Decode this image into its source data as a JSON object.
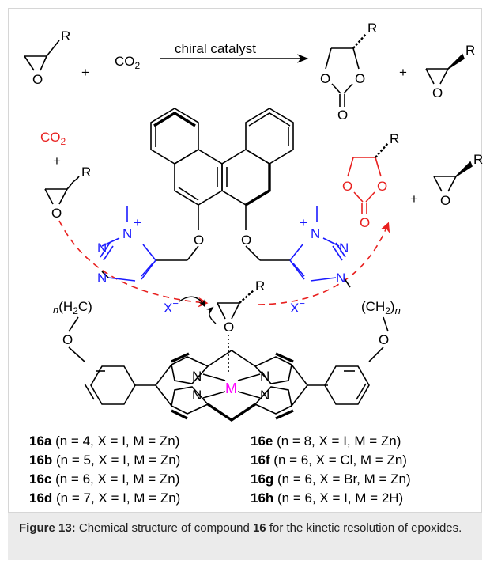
{
  "reaction": {
    "substrate_r": "R",
    "plus_1": "+",
    "co2": "CO2",
    "catalyst_label": "chiral catalyst",
    "product_r": "R",
    "plus_2": "+",
    "remaining_r": "R"
  },
  "cycle": {
    "co2_label": "CO2",
    "plus_left": "+",
    "epoxide_left_r": "R",
    "product_right_r": "R",
    "plus_right": "+",
    "epoxide_right_r": "R"
  },
  "catalyst": {
    "triazole_left": {
      "n1": "N",
      "n2": "N",
      "n3": "N",
      "plus": "+"
    },
    "triazole_right": {
      "n1": "N",
      "n2": "N",
      "n3": "N",
      "plus": "+"
    },
    "ether_o_left": "O",
    "ether_o_right": "O",
    "chain_left": "n(H2C)",
    "chain_right": "(CH2)n",
    "aryl_o_left": "O",
    "aryl_o_right": "O",
    "x_left": "X−",
    "x_right": "X−",
    "bound_epoxide_r": "R",
    "bound_epoxide_o": "O",
    "porphyrin_n": [
      "N",
      "N",
      "N",
      "N"
    ],
    "metal": "M"
  },
  "compounds": [
    {
      "id": "16a",
      "desc": " (n = 4, X = I, M = Zn)",
      "n": "4",
      "x": "I",
      "m": "Zn"
    },
    {
      "id": "16b",
      "desc": " (n = 5, X = I, M = Zn)",
      "n": "5",
      "x": "I",
      "m": "Zn"
    },
    {
      "id": "16c",
      "desc": " (n = 6, X = I, M = Zn)",
      "n": "6",
      "x": "I",
      "m": "Zn"
    },
    {
      "id": "16d",
      "desc": " (n = 7, X = I, M = Zn)",
      "n": "7",
      "x": "I",
      "m": "Zn"
    },
    {
      "id": "16e",
      "desc": " (n = 8, X = I, M = Zn)",
      "n": "8",
      "x": "I",
      "m": "Zn"
    },
    {
      "id": "16f",
      "desc": " (n = 6, X = Cl, M = Zn)",
      "n": "6",
      "x": "Cl",
      "m": "Zn"
    },
    {
      "id": "16g",
      "desc": " (n = 6, X = Br, M = Zn)",
      "n": "6",
      "x": "Br",
      "m": "Zn"
    },
    {
      "id": "16h",
      "desc": " (n = 6, X = I, M = 2H)",
      "n": "6",
      "x": "I",
      "m": "2H"
    }
  ],
  "caption": {
    "label": "Figure 13:",
    "text_before": " Chemical structure of compound ",
    "compound": "16",
    "text_after": " for the kinetic resolution of epoxides."
  },
  "colors": {
    "red": "#e8201f",
    "blue": "#1a1aff",
    "magenta": "#ff00ff",
    "black": "#000000"
  }
}
